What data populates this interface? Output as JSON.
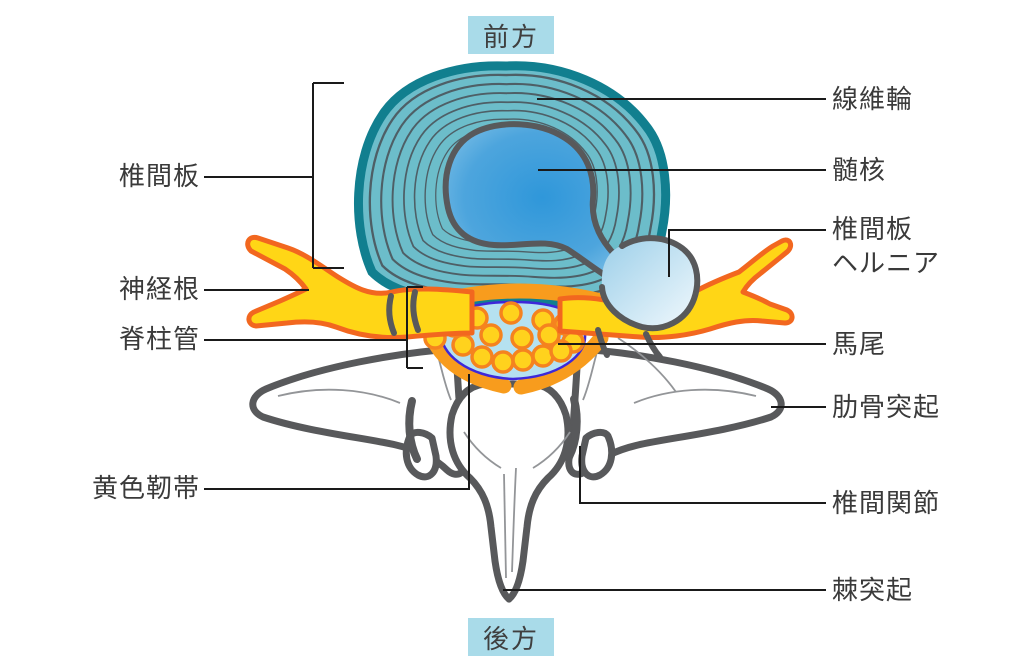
{
  "orientation": {
    "top": "前方",
    "bottom": "後方"
  },
  "left_labels": {
    "intervertebral_disc": "椎間板",
    "nerve_root": "神経根",
    "spinal_canal": "脊柱管",
    "ligamentum_flavum": "黄色靭帯"
  },
  "right_labels": {
    "annulus_fibrosus": "線維輪",
    "nucleus_pulposus": "髄核",
    "disc_herniation_line1": "椎間板",
    "disc_herniation_line2": "ヘルニア",
    "cauda_equina": "馬尾",
    "costal_process": "肋骨突起",
    "facet_joint": "椎間関節",
    "spinous_process": "棘突起"
  },
  "colors": {
    "label_box_bg": "#a9dbe9",
    "text": "#3a3a3a",
    "leader_line": "#1a1a1a",
    "disc_fill": "#6cbdca",
    "disc_border": "#117f8f",
    "annulus_ring_line": "#4e5f66",
    "nucleus_blue": "#2f97da",
    "herniation_fill_light": "#cfe7f5",
    "outline_gray": "#58595b",
    "bone_detail_gray": "#939598",
    "nerve_yellow": "#ffd616",
    "nerve_outline_orange": "#f2671f",
    "ligament_orange": "#f89c1d",
    "canal_fill": "#b5e1f0",
    "canal_outline": "#3d28d9",
    "bone_fill": "#ffffff"
  }
}
